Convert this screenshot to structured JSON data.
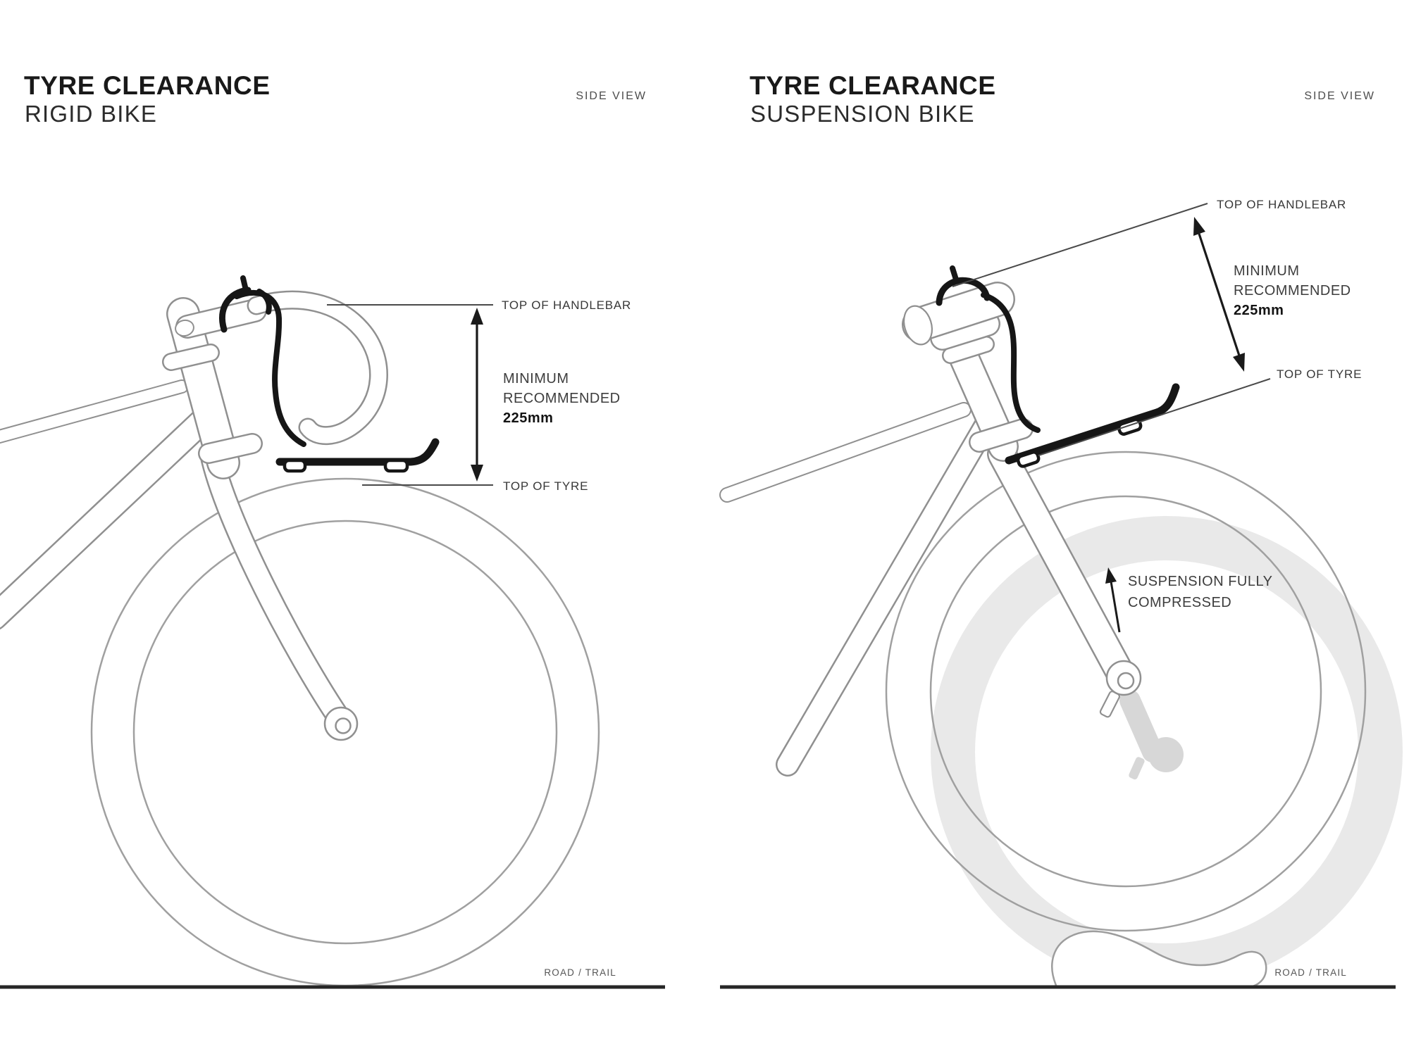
{
  "panels": {
    "left": {
      "title_line1": "TYRE CLEARANCE",
      "title_line2": "RIGID BIKE",
      "view_label": "SIDE VIEW",
      "labels": {
        "top_of_handlebar": "TOP OF HANDLEBAR",
        "minimum_line1": "MINIMUM",
        "minimum_line2": "RECOMMENDED",
        "minimum_value": "225mm",
        "top_of_tyre": "TOP OF TYRE",
        "ground": "ROAD / TRAIL"
      }
    },
    "right": {
      "title_line1": "TYRE CLEARANCE",
      "title_line2": "SUSPENSION BIKE",
      "view_label": "SIDE VIEW",
      "labels": {
        "top_of_handlebar": "TOP OF HANDLEBAR",
        "minimum_line1": "MINIMUM",
        "minimum_line2": "RECOMMENDED",
        "minimum_value": "225mm",
        "top_of_tyre": "TOP OF TYRE",
        "suspension_line1": "SUSPENSION FULLY",
        "suspension_line2": "COMPRESSED",
        "ground": "ROAD / TRAIL"
      }
    }
  },
  "measurement_mm": 225,
  "colors": {
    "background": "#ffffff",
    "thin_line": "#909090",
    "wheel_line": "#a0a0a0",
    "black_accessory": "#161616",
    "leader_line": "#4a4a4a",
    "arrow": "#1a1a1a",
    "ghost_tyre": "#e9e9e9",
    "ghost_axle": "#d7d7d7",
    "ground_line": "#262626",
    "title_text": "#191919",
    "annotation_text": "#3d3d3d"
  }
}
